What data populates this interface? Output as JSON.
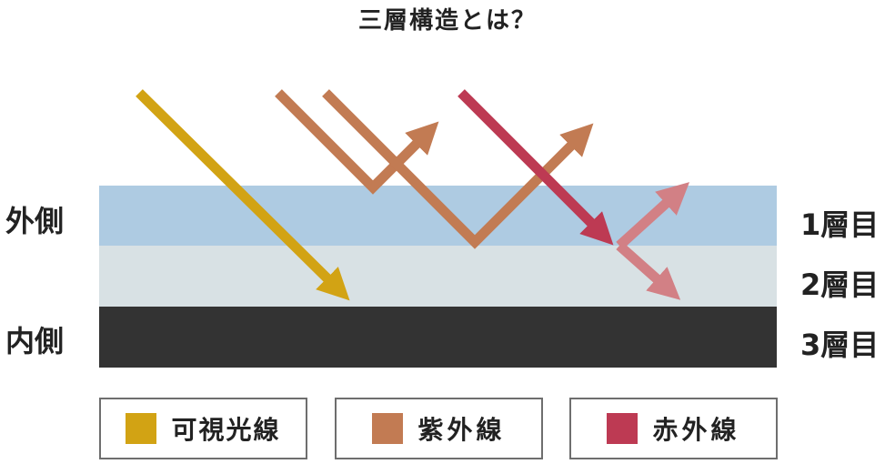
{
  "title": "三層構造とは？",
  "sides": {
    "outer": "外側",
    "inner": "内側"
  },
  "layers": [
    {
      "label": "1層目",
      "color": "#aecbe2"
    },
    {
      "label": "2層目",
      "color": "#d8e1e4"
    },
    {
      "label": "3層目",
      "color": "#333333"
    }
  ],
  "legend": [
    {
      "label": "可視光線",
      "color": "#d2a314"
    },
    {
      "label": "紫外線",
      "color": "#c27b53"
    },
    {
      "label": "赤外線",
      "color": "#bd3a53"
    }
  ],
  "colors": {
    "reflected_infrared": "#d28085"
  }
}
